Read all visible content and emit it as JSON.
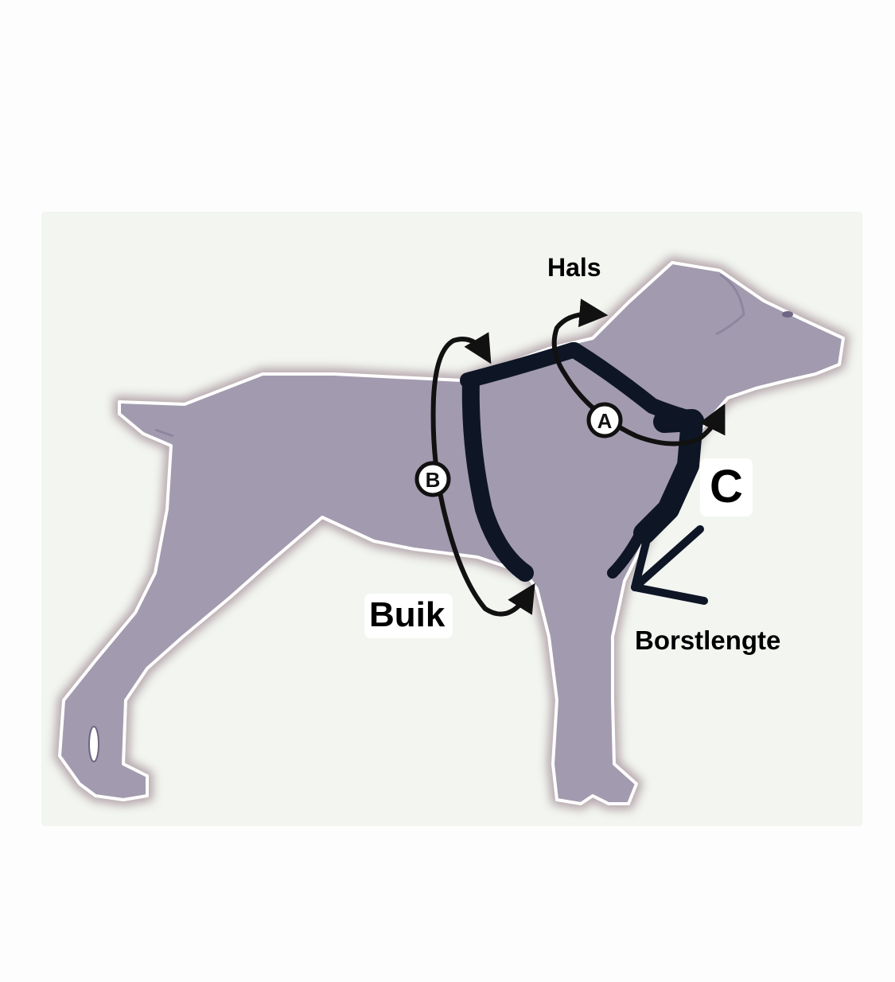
{
  "diagram": {
    "labels": {
      "neck": "Hals",
      "belly": "Buik",
      "chest_length": "Borstlengte",
      "c": "C"
    },
    "markers": {
      "a": "A",
      "b": "B"
    },
    "colors": {
      "background": "#fdfdfd",
      "panel": "#f2f5f0",
      "dog_fill": "#a29aae",
      "dog_outline": "#ffffff",
      "dog_glow": "#7a5a6a",
      "harness": "#0e1626",
      "arrow": "#111111",
      "text": "#000000"
    }
  }
}
